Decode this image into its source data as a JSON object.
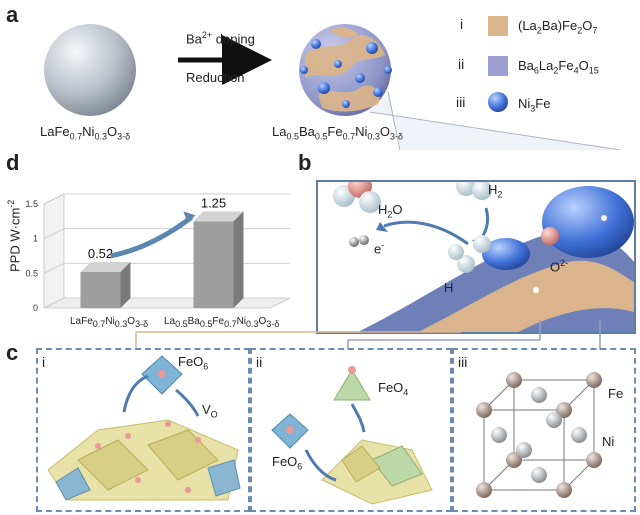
{
  "panels": {
    "a": "a",
    "b": "b",
    "c": "c",
    "d": "d"
  },
  "panel_a": {
    "left_formula": "LaFe0.7Ni0.3O3-δ",
    "arrow_top": "Ba2+ doping",
    "arrow_bottom": "Reduction",
    "right_formula": "La0.5Ba0.5Fe0.7Ni0.3O3-δ",
    "legend": [
      {
        "roman": "i",
        "label": "(La2Ba)Fe2O7",
        "color": "#d9b48c"
      },
      {
        "roman": "ii",
        "label": "Ba6La2Fe4O15",
        "color": "#9a9fcf"
      },
      {
        "roman": "iii",
        "label": "Ni3Fe",
        "color": "#2f5fc4"
      }
    ]
  },
  "panel_b": {
    "h2": "H2",
    "h2o": "H2O",
    "e": "e-",
    "h": "H",
    "o": "O2-"
  },
  "panel_c": {
    "i": {
      "roman": "i",
      "feo6": "FeO6",
      "vo": "VO"
    },
    "ii": {
      "roman": "ii",
      "feo4": "FeO4",
      "feo6": "FeO6"
    },
    "iii": {
      "roman": "iii",
      "fe": "Fe",
      "ni": "Ni"
    }
  },
  "chart_data": {
    "type": "bar",
    "categories": [
      "LaFe0.7Ni0.3O3-δ",
      "La0.5Ba0.5Fe0.7Ni0.3O3-δ"
    ],
    "values": [
      0.52,
      1.25
    ],
    "ylabel": "PPD W·cm-2",
    "yticks": [
      0,
      0.5,
      1,
      1.5
    ],
    "ylim": [
      0,
      1.5
    ],
    "grid": true
  },
  "colors": {
    "sphere": "#b8bfc8",
    "frame": "#5b7ea6",
    "bar": "#a8a8a8"
  }
}
